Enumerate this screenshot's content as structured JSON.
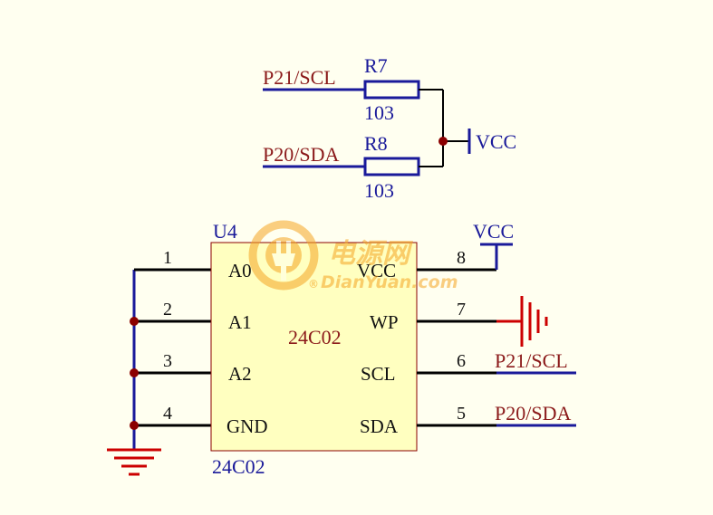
{
  "resistors": {
    "r7": {
      "ref": "R7",
      "value": "103",
      "net": "P21/SCL"
    },
    "r8": {
      "ref": "R8",
      "value": "103",
      "net": "P20/SDA"
    },
    "power": "VCC"
  },
  "ic": {
    "designator": "U4",
    "center_label": "24C02",
    "part_label": "24C02",
    "left_pins": [
      {
        "number": "1",
        "name": "A0"
      },
      {
        "number": "2",
        "name": "A1"
      },
      {
        "number": "3",
        "name": "A2"
      },
      {
        "number": "4",
        "name": "GND"
      }
    ],
    "right_pins": [
      {
        "number": "8",
        "name": "VCC",
        "net": "VCC"
      },
      {
        "number": "7",
        "name": "WP",
        "net": ""
      },
      {
        "number": "6",
        "name": "SCL",
        "net": "P21/SCL"
      },
      {
        "number": "5",
        "name": "SDA",
        "net": "P20/SDA"
      }
    ]
  },
  "watermark": {
    "brand_cn": "电源网",
    "brand_en": "DianYuan.com",
    "registered": "®"
  },
  "colors": {
    "background": "#fffff0",
    "ic_fill": "#ffffc0",
    "ic_border": "#8b0000",
    "wire_blue": "#1a1a9a",
    "wire_black": "#000000",
    "net_label": "#8b1a1a",
    "junction": "#8b0000",
    "ground": "#cc0000",
    "watermark": "#f5a623"
  }
}
